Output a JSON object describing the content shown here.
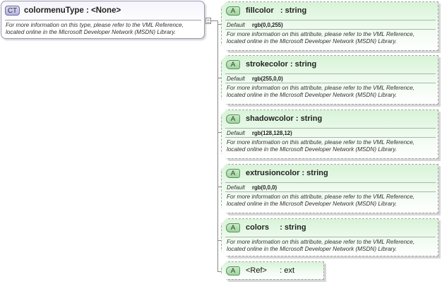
{
  "complex_type": {
    "badge": "CT",
    "title": "colormenuType : <None>",
    "description_line1": "For more information on this type, please refer to the VML Reference,",
    "description_line2": "located online in the Microsoft Developer Network (MSDN) Library."
  },
  "attributes": [
    {
      "badge": "A",
      "name": "fillcolor   : string",
      "default_label": "Default",
      "default_value": "rgb(0,0,255)",
      "desc1": "For more information on this attribute, please refer to the VML Reference,",
      "desc2": "located online in the Microsoft Developer Network (MSDN) Library."
    },
    {
      "badge": "A",
      "name": "strokecolor : string",
      "default_label": "Default",
      "default_value": "rgb(255,0,0)",
      "desc1": "For more information on this attribute, please refer to the VML Reference,",
      "desc2": "located online in the Microsoft Developer Network (MSDN) Library."
    },
    {
      "badge": "A",
      "name": "shadowcolor : string",
      "default_label": "Default",
      "default_value": "rgb(128,128,12)",
      "desc1": "For more information on this attribute, please refer to the VML Reference,",
      "desc2": "located online in the Microsoft Developer Network (MSDN) Library."
    },
    {
      "badge": "A",
      "name": "extrusioncolor : string",
      "default_label": "Default",
      "default_value": "rgb(0,0,0)",
      "desc1": "For more information on this attribute, please refer to the VML Reference,",
      "desc2": "located online in the Microsoft Developer Network (MSDN) Library."
    },
    {
      "badge": "A",
      "name": "colors     : string",
      "desc1": "For more information on this attribute, please refer to the VML Reference,",
      "desc2": "located online in the Microsoft Developer Network (MSDN) Library."
    },
    {
      "badge": "A",
      "name": "<Ref>      : ext"
    }
  ],
  "colors": {
    "ct_badge": "#c4c4ee",
    "attr_fill": "#d8f3d8",
    "connector": "#888888"
  }
}
